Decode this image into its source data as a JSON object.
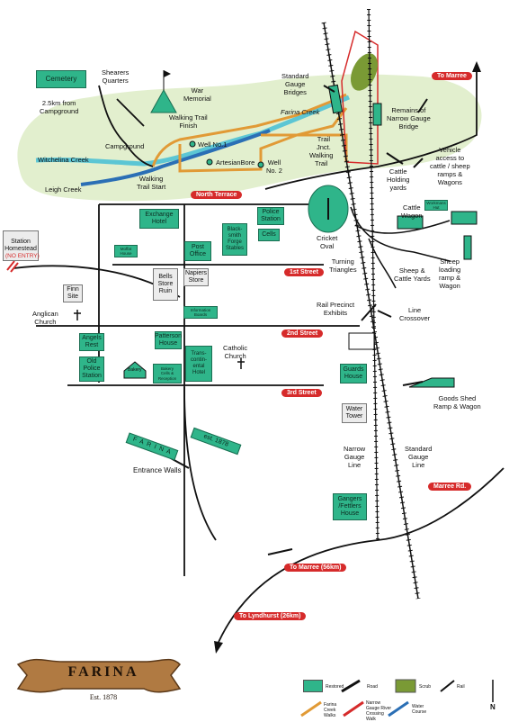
{
  "labels": {
    "cemetery": "Cemetery",
    "shearers_quarters": "Shearers\nQuarters",
    "war_memorial": "War\nMemorial",
    "standard_gauge_bridges": "Standard\nGauge\nBridges",
    "to_marree": "To Marree",
    "remains_narrow_bridge": "Remains of\nNarrow Gauge\nBridge",
    "campground_distance": "2.5km from\nCampground",
    "farina_creek": "Farina Creek",
    "walking_trail_finish": "Walking Trail\nFinish",
    "campground": "Campground",
    "well_no1": "Well No.1",
    "witchelina_creek": "Witchelina Creek",
    "artesian_bore": "ArtesianBore",
    "well_no2": "Well\nNo. 2",
    "trail_jnct": "Trail\nJnct.",
    "walking_trail": "Walking\nTrail",
    "vehicle_access": "Vehicle\naccess to\ncattle / sheep\nramps &\nWagons",
    "leigh_creek": "Leigh Creek",
    "walking_trail_start": "Walking\nTrail Start",
    "north_terrace": "North Terrace",
    "cattle_holding": "Cattle\nHolding\nyards",
    "cattle_wagon": "Cattle\nWagon",
    "workmans_hut": "Workmans\nHut",
    "exchange_hotel": "Exchange\nHotel",
    "police_station": "Police\nStation",
    "cells": "Cells",
    "station_homestead": "Station\nHomestead",
    "no_entry": "(NO ENTRY)",
    "moffat_house": "Moffat\nHouse",
    "post_office": "Post\nOffice",
    "blacksmith": "Black-\nsmith\nForge\nStables",
    "cricket_oval": "Cricket\nOval",
    "sheep_loading": "Sheep\nloading\nramp &\nWagon",
    "turning_triangles": "Turning\nTriangles",
    "sheep_cattle_yards": "Sheep &\nCattle Yards",
    "first_street": "1st Street",
    "bells_store": "Bells\nStore\nRuin",
    "napiers_store": "Napiers\nStore",
    "finn_site": "Finn\nSite",
    "rail_precinct": "Rail Precinct\nExhibits",
    "line_crossover": "Line\nCrossover",
    "anglican_church": "Anglican\nChurch",
    "information_boards": "Information\nBoards",
    "angels_rest": "Angels\nRest",
    "patterson_house": "Patterson\nHouse",
    "second_street": "2nd Street",
    "catholic_church": "Catholic\nChurch",
    "old_police_station": "Old\nPolice\nStation",
    "bakery": "Bakery",
    "bakery_cells": "Bakery\nCells &\nReception",
    "transcontinental": "Trans-\ncontin-\nental\nHotel",
    "guards_house": "Guards\nHouse",
    "goods_shed": "Goods Shed\nRamp & Wagon",
    "third_street": "3rd Street",
    "water_tower": "Water\nTower",
    "wall_farina": "F A R I N A",
    "wall_est": "est. 1878",
    "narrow_gauge_line": "Narrow\nGauge\nLine",
    "standard_gauge_line": "Standard\nGauge\nLine",
    "entrance_walls": "Entrance Walls",
    "marree_rd": "Marree Rd.",
    "gangers_house": "Gangers\n/Fettlers\nHouse",
    "to_marree_56": "To Marree (56km)",
    "to_lyndhurst": "To Lyndhurst (26km)"
  },
  "banner": {
    "title": "FARINA",
    "subtitle": "Est. 1878"
  },
  "legend": {
    "restored": "Restored",
    "road": "Road",
    "scrub": "Scrub",
    "rail": "Rail",
    "farina_creek_walks": "Farina\nCreek\nWalks",
    "narrow_gauge_crossing": "Narrow\nGauge River\nCrossing\nWalk",
    "water_course": "Water\nCourse",
    "north": "N"
  },
  "colors": {
    "restored": "#2fb58a",
    "green_area": "#e2efce",
    "creek": "#2b6fb5",
    "creek_light": "#5cc6d4",
    "walk": "#e19a36",
    "narrow_walk": "#d62b2b",
    "road": "#111111",
    "scrub": "#7a9a35"
  }
}
